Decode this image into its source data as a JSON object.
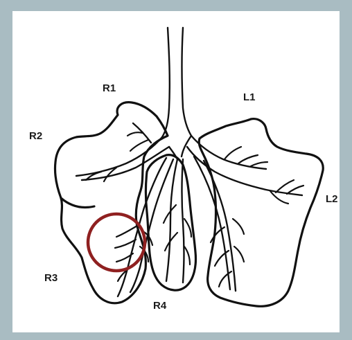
{
  "labels": {
    "r1": "R1",
    "r2": "R2",
    "r3": "R3",
    "r4": "R4",
    "l1": "L1",
    "l2": "L2"
  },
  "colors": {
    "background": "#a9bcc2",
    "panel": "#ffffff",
    "line": "#111111",
    "highlight_circle": "#8f2020"
  }
}
